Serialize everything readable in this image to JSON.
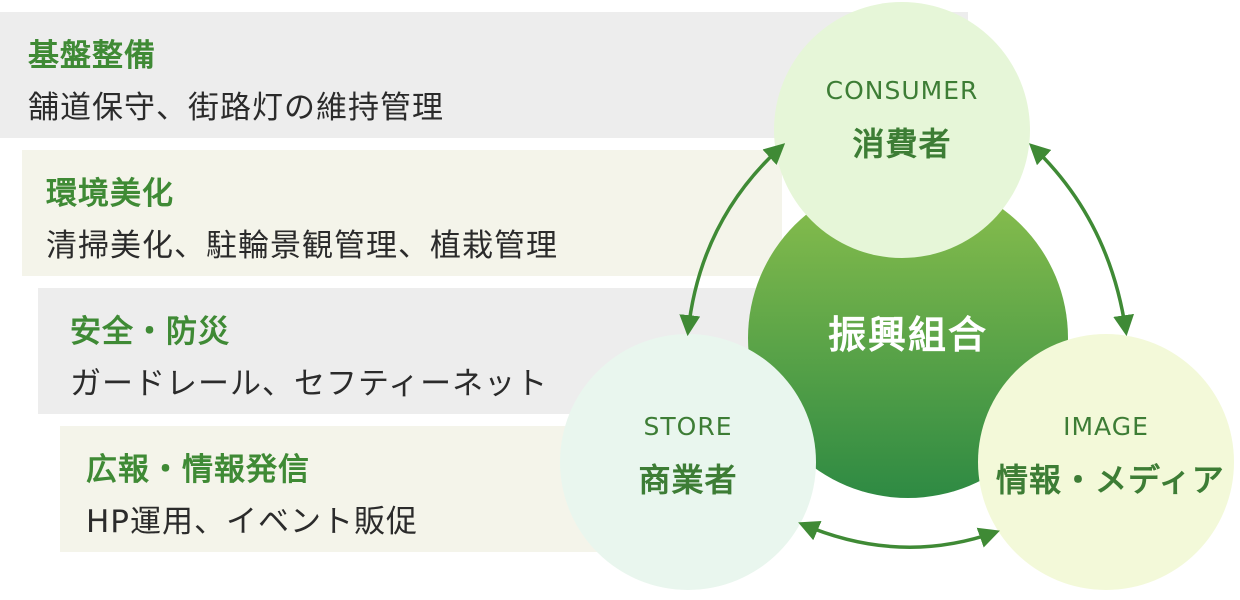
{
  "categories": [
    {
      "title": "基盤整備",
      "desc": "舗道保守、街路灯の維持管理"
    },
    {
      "title": "環境美化",
      "desc": "清掃美化、駐輪景観管理、植栽管理"
    },
    {
      "title": "安全・防災",
      "desc": "ガードレール、セフティーネット"
    },
    {
      "title": "広報・情報発信",
      "desc": "HP運用、イベント販促"
    }
  ],
  "center": {
    "label": "振興組合"
  },
  "nodes": {
    "consumer": {
      "en": "CONSUMER",
      "ja": "消費者"
    },
    "store": {
      "en": "STORE",
      "ja": "商業者"
    },
    "image": {
      "en": "IMAGE",
      "ja": "情報・メディア"
    }
  },
  "colors": {
    "accent_green": "#3f8a35",
    "center_top": "#8cc04d",
    "center_bottom": "#2e8a43",
    "consumer_fill": "#e6f6d8",
    "store_fill": "#e9f6ee",
    "image_fill": "#f3f9d9"
  }
}
